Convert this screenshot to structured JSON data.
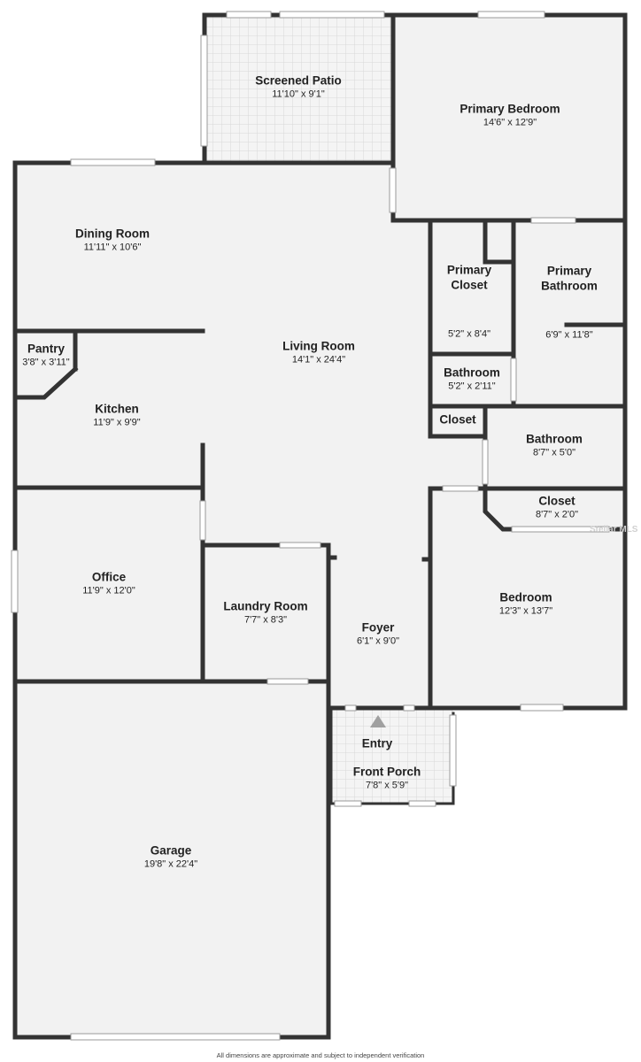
{
  "rooms": {
    "screened_patio": {
      "name": "Screened Patio",
      "dims": "11'10\" x 9'1\""
    },
    "primary_bedroom": {
      "name": "Primary Bedroom",
      "dims": "14'6\" x 12'9\""
    },
    "dining_room": {
      "name": "Dining Room",
      "dims": "11'11\" x 10'6\""
    },
    "primary_closet": {
      "name": "Primary\nCloset",
      "dims": "5'2\" x 8'4\""
    },
    "primary_bathroom": {
      "name": "Primary\nBathroom",
      "dims": "6'9\" x 11'8\""
    },
    "pantry": {
      "name": "Pantry",
      "dims": "3'8\" x 3'11\""
    },
    "living_room": {
      "name": "Living Room",
      "dims": "14'1\" x 24'4\""
    },
    "bathroom_small": {
      "name": "Bathroom",
      "dims": "5'2\" x 2'11\""
    },
    "kitchen": {
      "name": "Kitchen",
      "dims": "11'9\" x 9'9\""
    },
    "closet_hall": {
      "name": "Closet",
      "dims": ""
    },
    "bathroom": {
      "name": "Bathroom",
      "dims": "8'7\" x 5'0\""
    },
    "closet_bedroom": {
      "name": "Closet",
      "dims": "8'7\" x 2'0\""
    },
    "office": {
      "name": "Office",
      "dims": "11'9\" x 12'0\""
    },
    "laundry_room": {
      "name": "Laundry Room",
      "dims": "7'7\" x 8'3\""
    },
    "foyer": {
      "name": "Foyer",
      "dims": "6'1\" x 9'0\""
    },
    "bedroom": {
      "name": "Bedroom",
      "dims": "12'3\" x 13'7\""
    },
    "entry": {
      "name": "Entry",
      "dims": ""
    },
    "front_porch": {
      "name": "Front Porch",
      "dims": "7'8\" x 5'9\""
    },
    "garage": {
      "name": "Garage",
      "dims": "19'8\" x 22'4\""
    }
  },
  "footnote": "All dimensions are approximate and subject to independent verification",
  "watermark": "Stellar MLS",
  "colors": {
    "wall": "#333333",
    "floor": "#f2f2f2",
    "window": "#ffffff",
    "entry_arrow": "#a0a0a0"
  }
}
